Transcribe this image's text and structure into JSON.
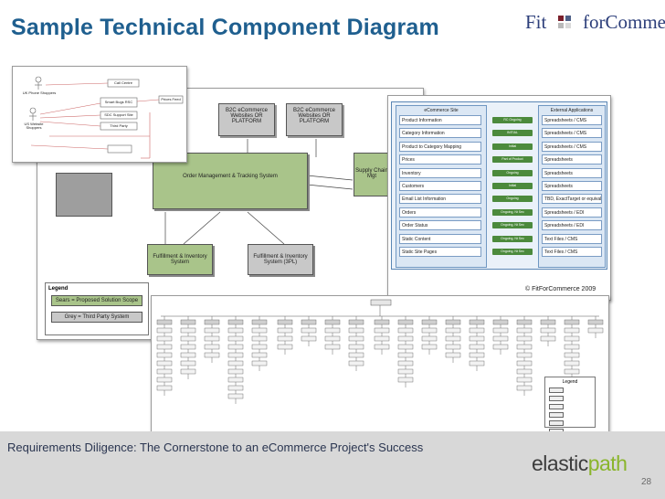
{
  "header": {
    "title": "Sample Technical Component Diagram",
    "logo": {
      "text_left": "Fit",
      "text_right": "forCommerce",
      "colors": [
        "#7a1f2b",
        "#4d5f86",
        "#b9b9b9",
        "#d9d9d9"
      ]
    }
  },
  "diagram_main": {
    "boxes": [
      {
        "label": "B2C eCommerce Websites OR PLATFORM"
      },
      {
        "label": "B2C eCommerce Websites OR PLATFORM"
      },
      {
        "label": "Order Management & Tracking System"
      },
      {
        "label": "Supply Chain Mgt"
      },
      {
        "label": "Fulfillment & Inventory System"
      },
      {
        "label": "Fulfillment & Inventory System (3PL)"
      }
    ],
    "legend": {
      "title": "Legend",
      "items": [
        "Sears = Proposed Solution Scope",
        "Grey = Third Party System"
      ]
    }
  },
  "use_case": {
    "actors": [
      "UK Phone Shoppers",
      "US Website Shoppers"
    ],
    "boxes": [
      "Call Centre",
      "Smart Bugs RSC",
      "SDC Support Site",
      "Third Party",
      "Prices Feed"
    ]
  },
  "integration_table": {
    "col_left_header": "eCommerce Site",
    "col_right_header": "External Applications",
    "rows": [
      {
        "left": "Product Information",
        "arrow": "RC Ongoing",
        "right": "Spreadsheets / CMS"
      },
      {
        "left": "Category Information",
        "arrow": "INITIAL",
        "right": "Spreadsheets / CMS"
      },
      {
        "left": "Product to Category Mapping",
        "arrow": "Initial",
        "right": "Spreadsheets / CMS"
      },
      {
        "left": "Prices",
        "arrow": "Part of Product",
        "right": "Spreadsheets"
      },
      {
        "left": "Inventory",
        "arrow": "Ongoing",
        "right": "Spreadsheets"
      },
      {
        "left": "Customers",
        "arrow": "Initial",
        "right": "Spreadsheets"
      },
      {
        "left": "Email List Information",
        "arrow": "Ongoing",
        "right": "TBD, ExactTarget or equivalent"
      },
      {
        "left": "Orders",
        "arrow": "Ongoing, Nt Sec",
        "right": "Spreadsheets / EDI"
      },
      {
        "left": "Order Status",
        "arrow": "Ongoing, Nt Sec",
        "right": "Spreadsheets / EDI"
      },
      {
        "left": "Static Content",
        "arrow": "Ongoing, Nt Sec",
        "right": "Text Files / CMS"
      },
      {
        "left": "Static Site Pages",
        "arrow": "Ongoing, Nt Sec",
        "right": "Text Files / CMS"
      }
    ],
    "copyright": "© FitForCommerce 2009"
  },
  "sitemap": {
    "legend_title": "Legend"
  },
  "footer": {
    "caption": "Requirements Diligence: The Cornerstone to an eCommerce Project's Success",
    "brand_left": "elastic",
    "brand_right": "path",
    "page_number": "28"
  }
}
